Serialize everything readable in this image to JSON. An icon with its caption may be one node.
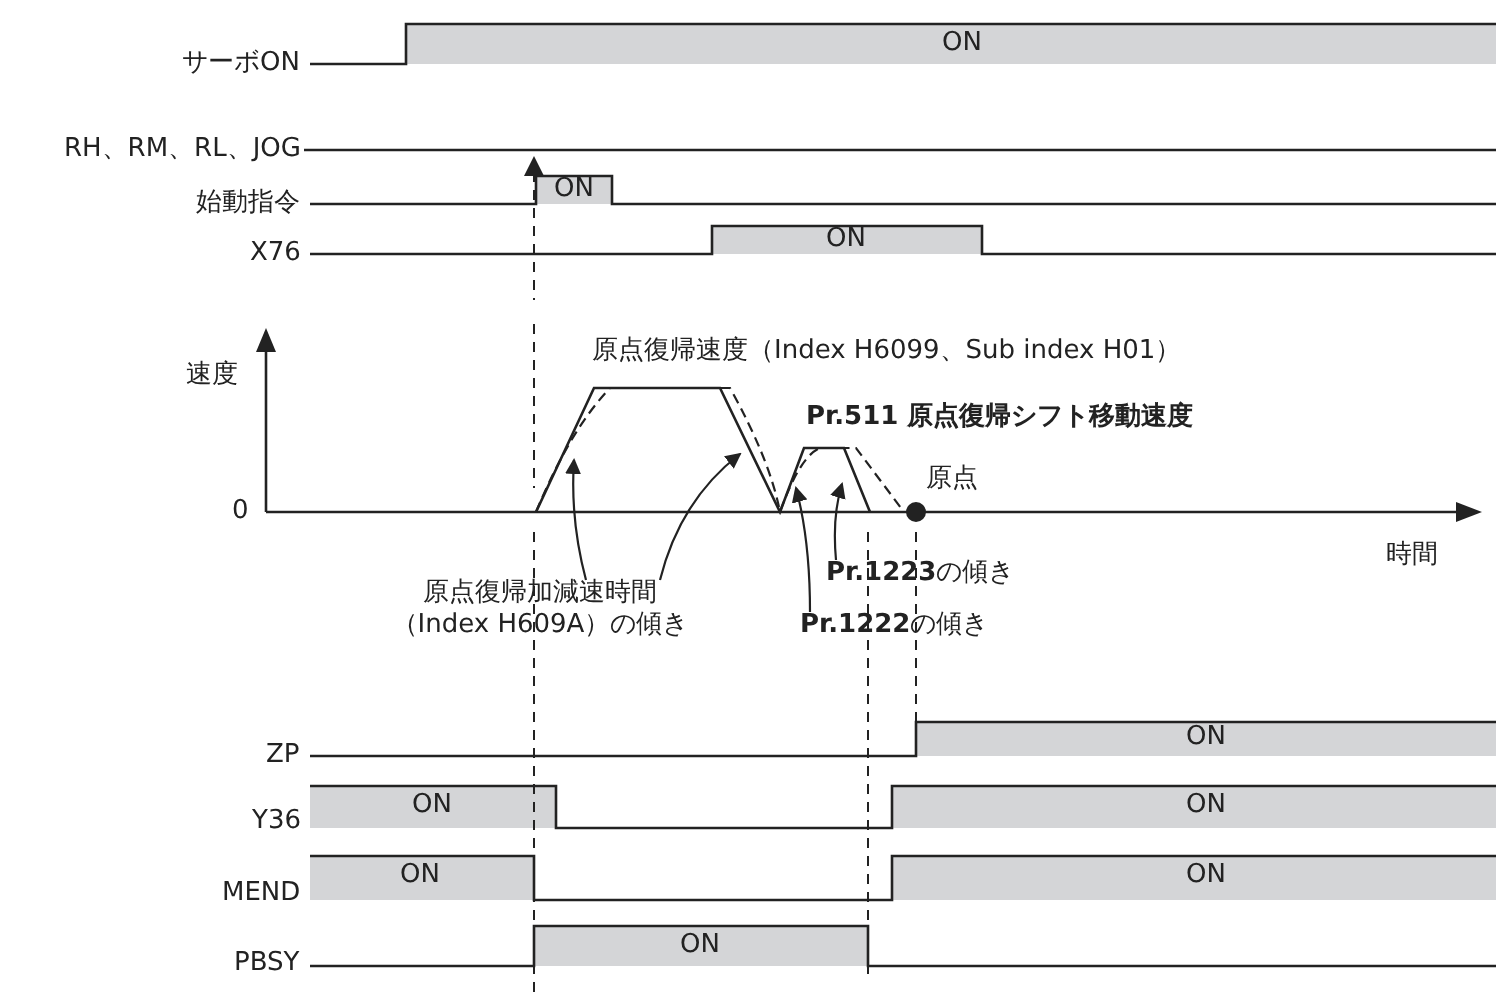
{
  "diagram": {
    "nodes": [
      {
        "text": [
          "原点復帰加減速時間（Index H609A）の傾き"
        ]
      },
      {
        "text": [
          "**Pr.1223**の傾き"
        ]
      },
      {
        "text": [
          "**Pr.1222**の傾き"
        ]
      }
    ],
    "edges": [
      {
        "from": 0,
        "to": null,
        "arrow": "to"
      },
      {
        "from": 0,
        "to": null,
        "arrow": "to"
      },
      {
        "from": 1,
        "to": null,
        "arrow": "to"
      },
      {
        "from": 2,
        "to": null,
        "arrow": "to"
      }
    ],
    "labels": [
      "サーボON",
      "ON",
      "RH、RM、RL、JOG",
      "始動指令",
      "ON",
      "X76",
      "ON",
      "速度",
      "原点復帰速度（Index H6099、Sub index H01）",
      "Pr.511 原点復帰シフト移動速度",
      "原点",
      "0",
      "時間",
      "ZP",
      "ON",
      "Y36",
      "ON",
      "ON",
      "MEND",
      "ON",
      "ON",
      "PBSY",
      "ON"
    ]
  }
}
